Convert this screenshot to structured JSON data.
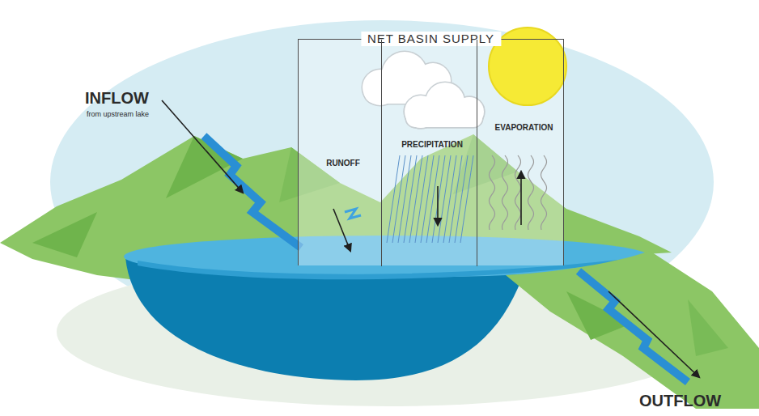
{
  "diagram": {
    "nodes": [
      {
        "text": [
          "NET BASIN SUPPLY"
        ]
      },
      {
        "text": [
          "RUNOFF"
        ],
        "in": 0
      },
      {
        "text": [
          "PRECIPITATION"
        ],
        "in": 0
      },
      {
        "text": [
          "EVAPORATION"
        ],
        "in": 0
      }
    ],
    "labels": [
      "INFLOW",
      "from upstream lake",
      "OUTFLOW"
    ]
  }
}
